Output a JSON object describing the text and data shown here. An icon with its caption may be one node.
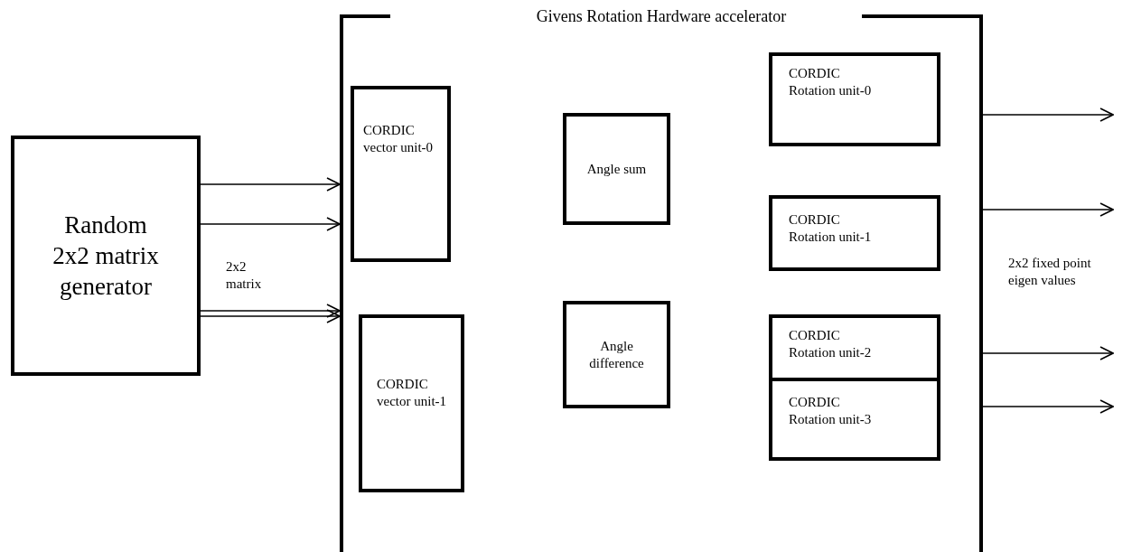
{
  "diagram": {
    "nodes": [
      {
        "text": [
          "Givens Rotation Hardware accelerator"
        ]
      },
      {
        "text": [
          "Random 2x2 matrix generator"
        ]
      },
      {
        "text": [
          "CORDIC vector unit-0"
        ],
        "in": 0
      },
      {
        "text": [
          "Angle sum"
        ],
        "in": 0
      },
      {
        "text": [
          "CORDIC Rotation unit-0"
        ],
        "in": 0
      },
      {
        "text": [
          "CORDIC Rotation unit-1"
        ],
        "in": 0
      },
      {
        "text": [
          "CORDIC vector unit-1"
        ],
        "in": 0
      },
      {
        "text": [
          "Angle difference"
        ],
        "in": 0
      },
      {
        "text": [
          "CORDIC Rotation unit-2"
        ],
        "in": 0
      },
      {
        "text": [
          "CORDIC Rotation unit-3"
        ],
        "in": 0
      }
    ],
    "edges": [
      {
        "from": 1,
        "to": 0,
        "arrow": "to"
      },
      {
        "from": 1,
        "to": 0,
        "arrow": "to"
      },
      {
        "from": 1,
        "to": 0,
        "arrow": "to"
      },
      {
        "from": 1,
        "to": 0,
        "arrow": "to"
      },
      {
        "from": 0,
        "to": null,
        "arrow": "to"
      },
      {
        "from": 0,
        "to": null,
        "arrow": "to"
      },
      {
        "from": 0,
        "to": null,
        "arrow": "to"
      },
      {
        "from": 0,
        "to": null,
        "arrow": "to"
      }
    ],
    "labels": [
      "2x2 matrix",
      "2x2 fixed point eigen values"
    ]
  }
}
